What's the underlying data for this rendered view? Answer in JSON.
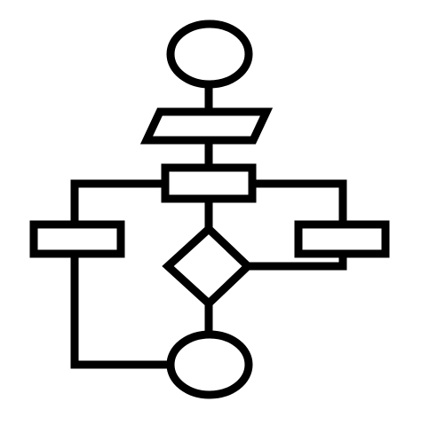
{
  "icon": {
    "name": "flowchart-icon",
    "stroke_color": "#000000",
    "fill_color": "#ffffff",
    "background": "#ffffff",
    "nodes": [
      {
        "id": "start-terminal",
        "shape": "ellipse"
      },
      {
        "id": "input-output",
        "shape": "parallelogram"
      },
      {
        "id": "process-top",
        "shape": "rectangle"
      },
      {
        "id": "process-left",
        "shape": "rectangle"
      },
      {
        "id": "process-right",
        "shape": "rectangle"
      },
      {
        "id": "decision",
        "shape": "diamond"
      },
      {
        "id": "end-terminal",
        "shape": "ellipse"
      }
    ]
  }
}
